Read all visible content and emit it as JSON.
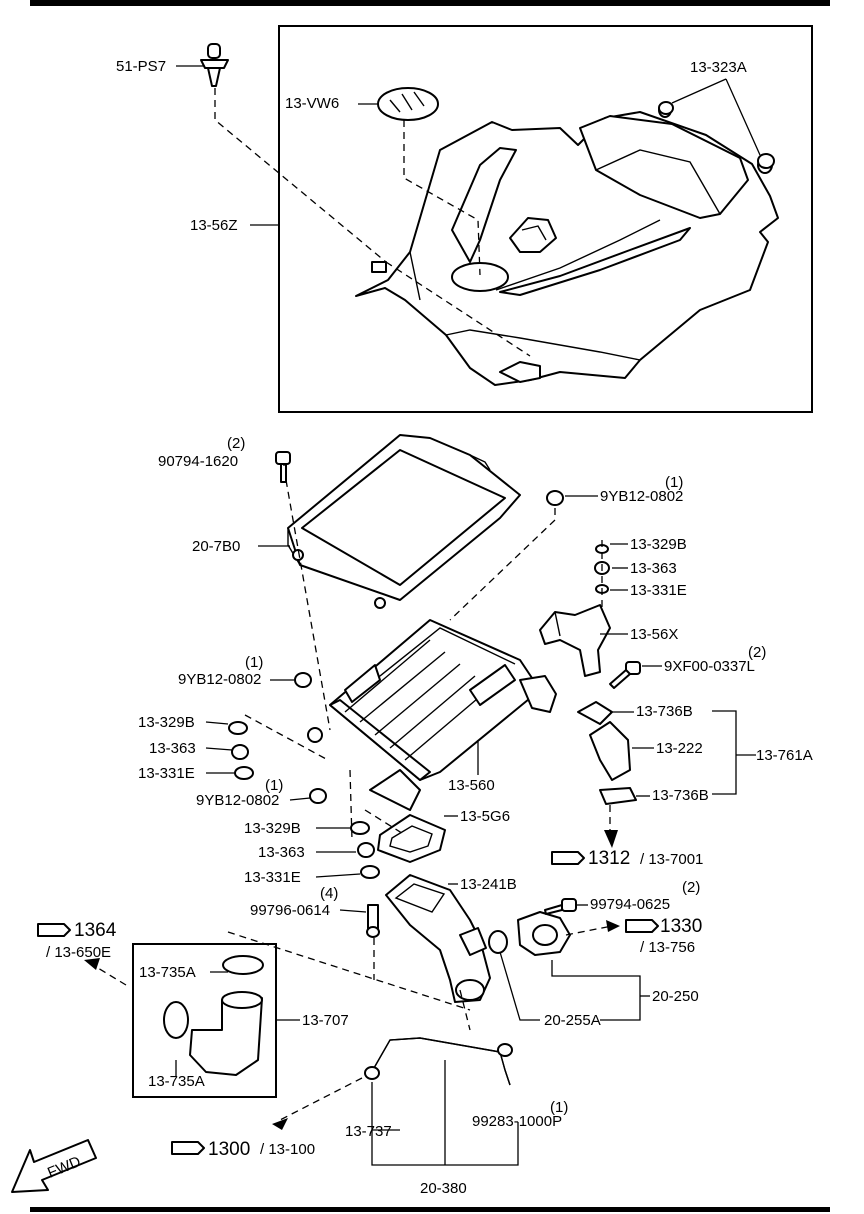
{
  "labels": {
    "l_51ps7": "51-PS7",
    "l_13vw6": "13-VW6",
    "l_13323a": "13-323A",
    "l_1356z": "13-56Z",
    "q_90794": "(2)",
    "l_90794": "90794-1620",
    "q_9yb_top": "(1)",
    "l_9yb_top": "9YB12-0802",
    "l_207b0": "20-7B0",
    "l_13329b_r": "13-329B",
    "l_13363_r": "13-363",
    "l_13331e_r": "13-331E",
    "l_1356x": "13-56X",
    "q_9xf": "(2)",
    "l_9xf": "9XF00-0337L",
    "q_9yb_mid": "(1)",
    "l_9yb_mid": "9YB12-0802",
    "l_13329b_l": "13-329B",
    "l_13363_l": "13-363",
    "l_13331e_l": "13-331E",
    "q_9yb_low": "(1)",
    "l_9yb_low": "9YB12-0802",
    "l_13560": "13-560",
    "l_13736b_t": "13-736B",
    "l_13222": "13-222",
    "l_13761a": "13-761A",
    "l_13736b_b": "13-736B",
    "l_13329b_c": "13-329B",
    "l_135g6": "13-5G6",
    "l_13363_c": "13-363",
    "l_13331e_c": "13-331E",
    "l_13241b": "13-241B",
    "q_99796": "(4)",
    "l_99796": "99796-0614",
    "q_99794": "(2)",
    "l_99794": "99794-0625",
    "l_13735a_t": "13-735A",
    "l_13707": "13-707",
    "l_13735a_b": "13-735A",
    "l_20250": "20-250",
    "l_20255a": "20-255A",
    "l_13737": "13-737",
    "q_99283": "(1)",
    "l_99283": "99283-1000P",
    "l_20380": "20-380",
    "fwd": "FWD"
  },
  "refs": {
    "r1312": {
      "num": "1312",
      "sub": "/ 13-7001"
    },
    "r1364": {
      "num": "1364",
      "sub": "/ 13-650E"
    },
    "r1330": {
      "num": "1330",
      "sub": "/ 13-756"
    },
    "r1300": {
      "num": "1300",
      "sub": "/ 13-100"
    }
  },
  "colors": {
    "ink": "#000000",
    "paper": "#ffffff"
  }
}
